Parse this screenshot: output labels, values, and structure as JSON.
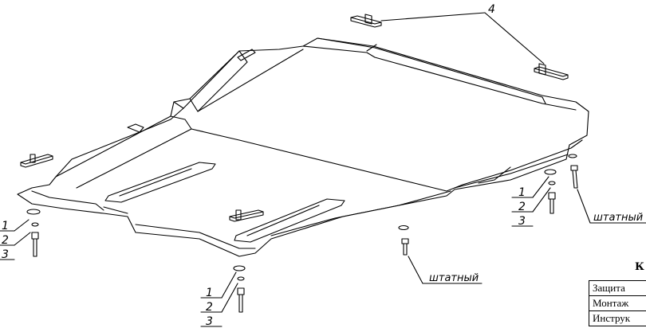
{
  "callouts": {
    "top_part": "4",
    "stack_left": [
      "1",
      "2",
      "3"
    ],
    "stack_bottom": [
      "1",
      "2",
      "3"
    ],
    "stack_right": [
      "1",
      "2",
      "3"
    ]
  },
  "annotations": {
    "stock_center": "штатный",
    "stock_right": "штатный"
  },
  "kit": {
    "title": "К",
    "rows": [
      "Защита",
      "Монтаж",
      "Инструк"
    ]
  }
}
